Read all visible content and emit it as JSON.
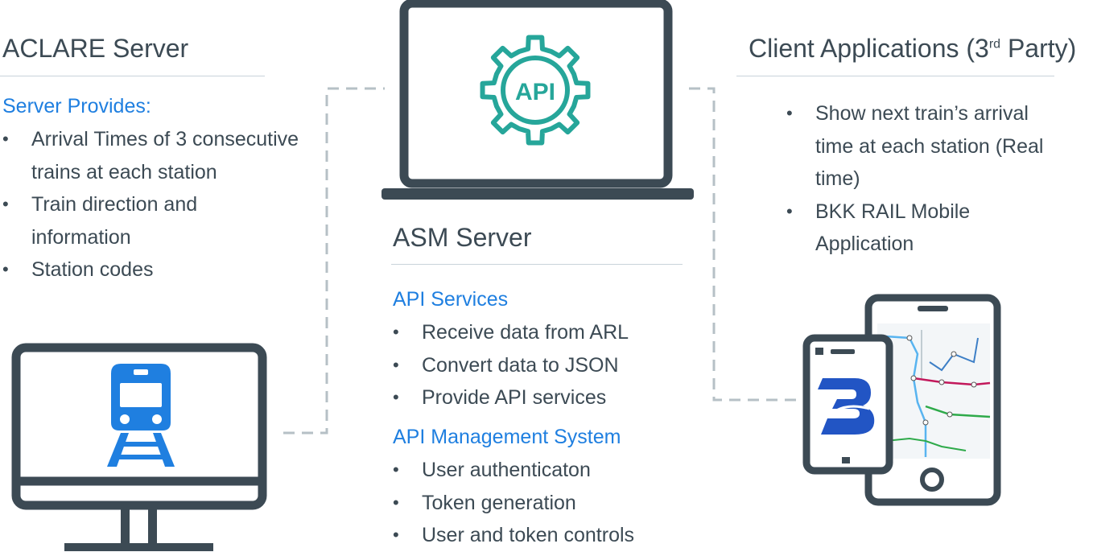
{
  "aclare": {
    "title": "ACLARE Server",
    "subtitle": "Server Provides:",
    "items": [
      "Arrival Times of 3 consecutive trains at each station",
      "Train direction and information",
      "Station codes"
    ]
  },
  "asm": {
    "title": "ASM Server",
    "api_label": "API",
    "api_services_title": "API Services",
    "api_services": [
      "Receive data from ARL",
      "Convert data to JSON",
      "Provide API services"
    ],
    "mgmt_title": "API Management System",
    "mgmt_items": [
      "User authenticaton",
      "Token generation",
      "User and token controls"
    ]
  },
  "client": {
    "title_main": "Client Applications (3",
    "title_sup": "rd",
    "title_end": " Party)",
    "items": [
      "Show next train’s arrival time at each station (Real time)",
      "BKK RAIL Mobile Application"
    ],
    "logo_letter": "B"
  },
  "colors": {
    "dark": "#3c4a54",
    "accent_blue": "#1f7fe0",
    "teal": "#26a69a",
    "dash": "#b6c0c6"
  }
}
